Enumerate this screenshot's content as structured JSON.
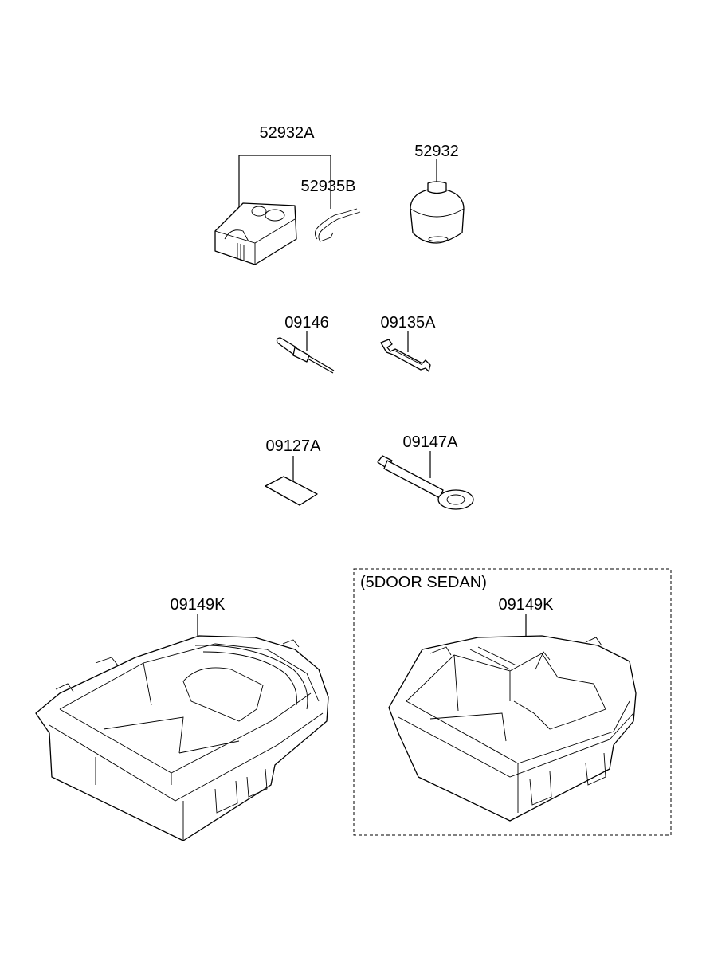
{
  "callouts": {
    "p52932A": "52932A",
    "p52935B": "52935B",
    "p52932": "52932",
    "p09146": "09146",
    "p09135A": "09135A",
    "p09127A": "09127A",
    "p09147A": "09147A",
    "p09149K_left": "09149K",
    "p09149K_right": "09149K"
  },
  "variant_box": {
    "label": "(5DOOR SEDAN)"
  }
}
